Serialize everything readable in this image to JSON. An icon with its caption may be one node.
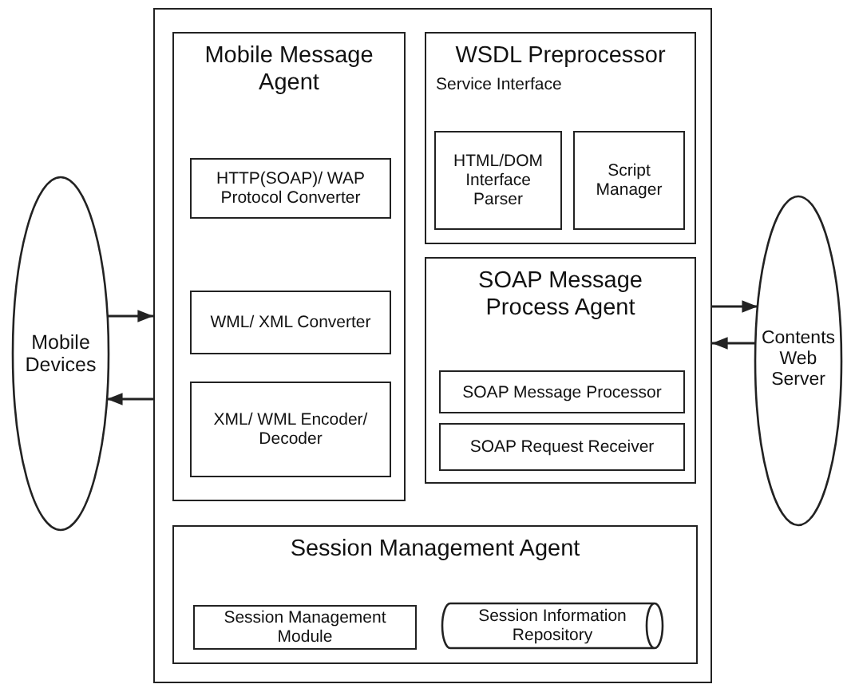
{
  "diagram": {
    "nodes": [
      {
        "text": [
          "Mobile Devices"
        ]
      },
      {
        "text": [],
        "shape": "box"
      },
      {
        "text": [
          "Mobile Message Agent"
        ],
        "in": 1
      },
      {
        "text": [
          "HTTP(SOAP)/ WAP Protocol Converter"
        ],
        "in": 2
      },
      {
        "text": [
          "WML/ XML Converter"
        ],
        "in": 2
      },
      {
        "text": [
          "XML/ WML Encoder/ Decoder"
        ],
        "in": 2
      },
      {
        "text": [
          "WSDL Preprocessor",
          "Service Interface"
        ],
        "in": 1
      },
      {
        "text": [
          "HTML/DOM Interface Parser"
        ],
        "in": 6
      },
      {
        "text": [
          "Script Manager"
        ],
        "in": 6
      },
      {
        "text": [
          "SOAP Message Process Agent"
        ],
        "in": 1
      },
      {
        "text": [
          "SOAP Message Processor"
        ],
        "in": 9
      },
      {
        "text": [
          "SOAP Request Receiver"
        ],
        "in": 9
      },
      {
        "text": [
          "Session Management Agent"
        ],
        "in": 1
      },
      {
        "text": [
          "Session Management Module"
        ],
        "in": 12
      },
      {
        "text": [
          "Session Information Repository"
        ],
        "in": 12
      },
      {
        "text": [
          "Contents Web Server"
        ]
      }
    ],
    "edges": [
      {
        "from": 0,
        "to": 1,
        "arrow": "to"
      },
      {
        "from": 1,
        "to": 0,
        "arrow": "to"
      },
      {
        "from": 1,
        "to": 15,
        "arrow": "to"
      },
      {
        "from": 15,
        "to": 1,
        "arrow": "to"
      }
    ]
  }
}
